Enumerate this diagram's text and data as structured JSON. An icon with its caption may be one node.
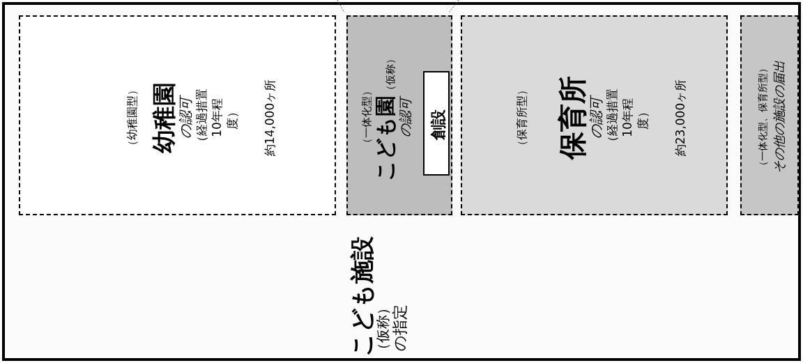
{
  "diagram": {
    "nodes": [
      {
        "text": [
          "こども施設",
          "（仮称）",
          "の指定"
        ]
      },
      {
        "text": [
          "（幼稚園型）",
          "幼稚園",
          "の認可",
          "（経過措置10年程度）",
          "約14,000ヶ所"
        ],
        "in": 0
      },
      {
        "text": [
          "（一体化型）",
          "こども園",
          "（仮称）",
          "の認可"
        ],
        "in": 0
      },
      {
        "text": [
          "創設"
        ],
        "in": 2
      },
      {
        "text": [
          "（保育所型）",
          "保育所",
          "の認可",
          "（経過措置10年程度）",
          "約23,000ヶ所"
        ],
        "in": 0
      },
      {
        "text": [
          "（一体化型、保育所型）",
          "その他の施設の届出"
        ],
        "in": 0
      }
    ]
  }
}
